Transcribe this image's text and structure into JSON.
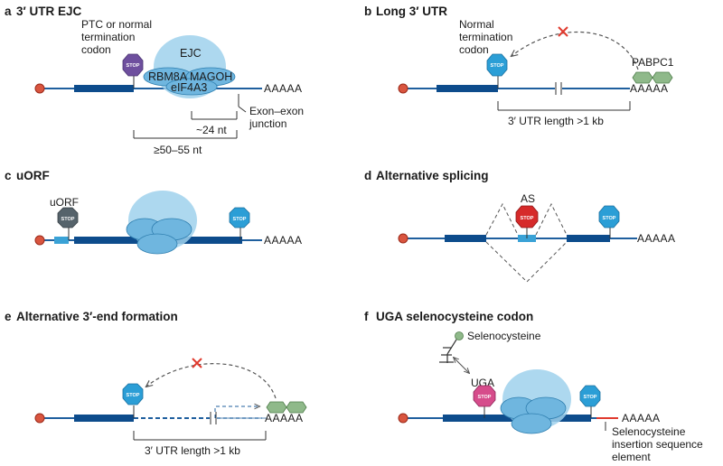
{
  "colors": {
    "exon": "#0d4c8c",
    "utr_line": "#1f5f9e",
    "cap": "#d9553f",
    "stop_blue": "#2b9ed6",
    "stop_purple": "#6e4f9e",
    "stop_grey": "#56636b",
    "stop_red": "#d62a2a",
    "stop_pink": "#d64c8b",
    "ribosome": "#9fd1ec",
    "ribosome_dark": "#6fb6df",
    "pabp": "#8fb98a",
    "cross": "#e03a2e",
    "uorf_box": "#3aa2d6"
  },
  "panels": {
    "a": {
      "letter": "a",
      "title": "3′ UTR EJC",
      "ptc_line1": "PTC or normal",
      "ptc_line2": "termination",
      "ptc_line3": "codon",
      "stop": "STOP",
      "ejc": "EJC",
      "rbm8a": "RBM8A",
      "magoh": "MAGOH",
      "eif4a3": "eIF4A3",
      "polya": "AAAAA",
      "dist24": "~24 nt",
      "dist50": "≥50–55 nt",
      "junction_line1": "Exon–exon",
      "junction_line2": "junction"
    },
    "b": {
      "letter": "b",
      "title": "Long 3′ UTR",
      "normal_line1": "Normal",
      "normal_line2": "termination",
      "normal_line3": "codon",
      "stop": "STOP",
      "pabpc1": "PABPC1",
      "polya": "AAAAA",
      "utr_length": "3′ UTR length >1 kb"
    },
    "c": {
      "letter": "c",
      "title": "uORF",
      "uorf": "uORF",
      "stop": "STOP",
      "polya": "AAAAA"
    },
    "d": {
      "letter": "d",
      "title": "Alternative splicing",
      "as": "AS",
      "stop": "STOP",
      "polya": "AAAAA"
    },
    "e": {
      "letter": "e",
      "title": "Alternative 3′-end formation",
      "stop": "STOP",
      "polya": "AAAAA",
      "utr_length": "3′ UTR length >1 kb"
    },
    "f": {
      "letter": "f",
      "title": "UGA selenocysteine codon",
      "selenocysteine": "Selenocysteine",
      "uga": "UGA",
      "stop": "STOP",
      "polya": "AAAAA",
      "secis_line1": "Selenocysteine",
      "secis_line2": "insertion sequence",
      "secis_line3": "element"
    }
  }
}
